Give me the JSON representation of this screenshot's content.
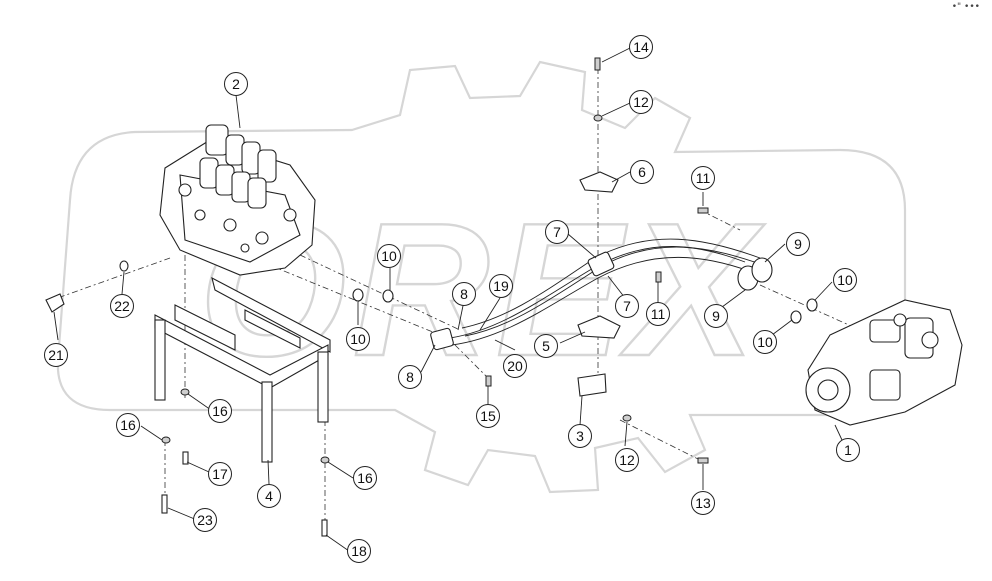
{
  "watermark_text": "OREX",
  "corner_mark": "•\" •••",
  "callouts": [
    "1",
    "2",
    "3",
    "4",
    "5",
    "6",
    "7",
    "7",
    "8",
    "8",
    "9",
    "9",
    "10",
    "10",
    "10",
    "10",
    "11",
    "11",
    "12",
    "12",
    "13",
    "14",
    "15",
    "16",
    "16",
    "16",
    "17",
    "18",
    "19",
    "20",
    "21",
    "22",
    "23"
  ]
}
